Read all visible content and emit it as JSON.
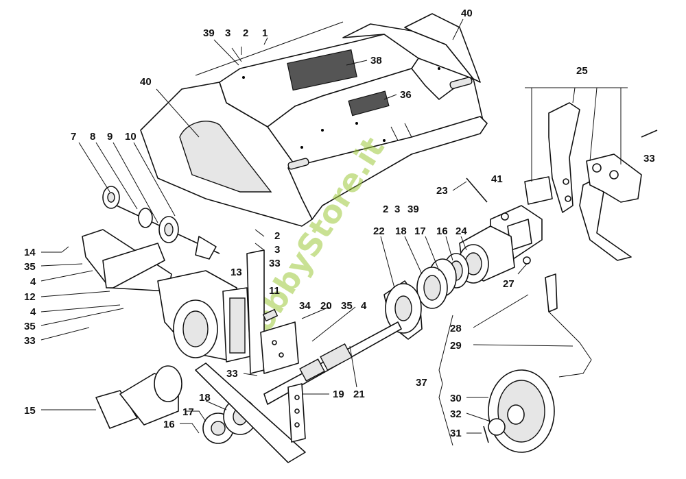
{
  "watermark": "HobbyStore.it",
  "callouts": {
    "c1": "1",
    "c2a": "2",
    "c3a": "3",
    "c39a": "39",
    "c38": "38",
    "c36": "36",
    "c40a": "40",
    "c40b": "40",
    "c25": "25",
    "c33a": "33",
    "c7": "7",
    "c8": "8",
    "c9": "9",
    "c10": "10",
    "c23": "23",
    "c41": "41",
    "c39b": "39",
    "c3b": "3",
    "c2b": "2",
    "c2c": "2",
    "c3c": "3",
    "c33b": "33",
    "c14": "14",
    "c35a": "35",
    "c4a": "4",
    "c12": "12",
    "c4b": "4",
    "c35b": "35",
    "c33c": "33",
    "c13": "13",
    "c11": "11",
    "c34": "34",
    "c20": "20",
    "c35c": "35",
    "c4c": "4",
    "c22": "22",
    "c18a": "18",
    "c17a": "17",
    "c16a": "16",
    "c24": "24",
    "c27": "27",
    "c28": "28",
    "c29": "29",
    "c37": "37",
    "c30": "30",
    "c32": "32",
    "c31": "31",
    "c15": "15",
    "c18b": "18",
    "c17b": "17",
    "c16b": "16",
    "c33d": "33",
    "c19": "19",
    "c21": "21"
  }
}
